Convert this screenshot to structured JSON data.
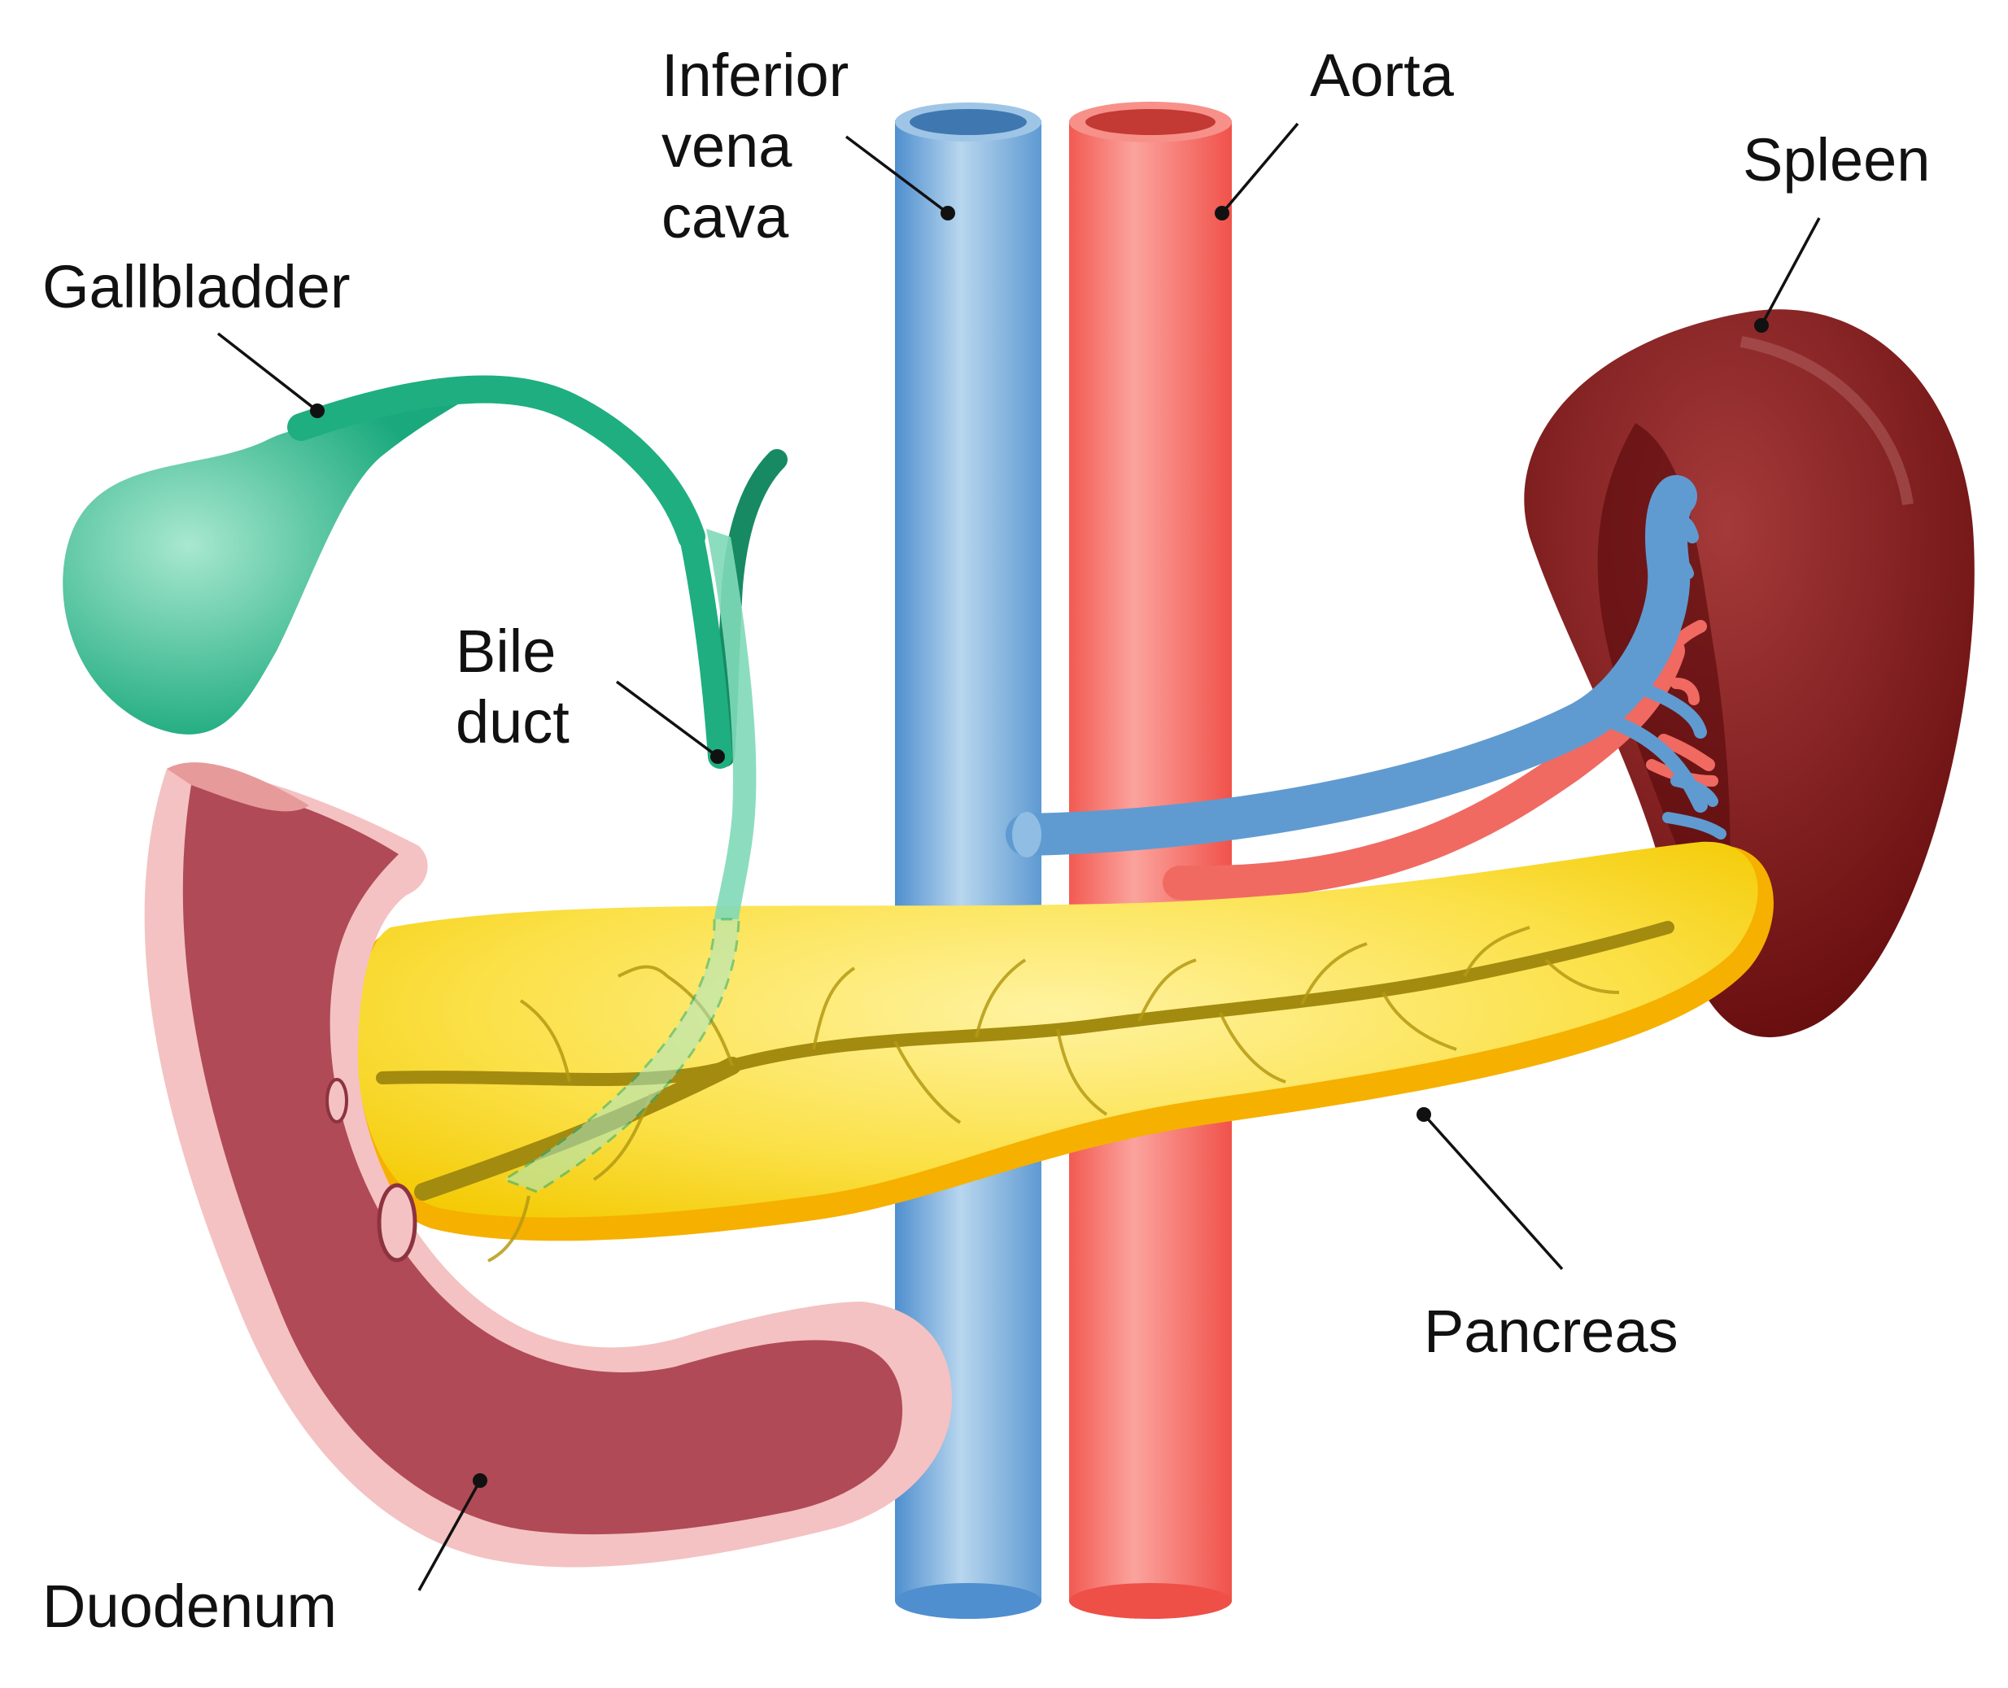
{
  "labels": {
    "ivc": [
      "Inferior",
      "vena",
      "cava"
    ],
    "aorta": "Aorta",
    "spleen": "Spleen",
    "gallbladder": "Gallbladder",
    "bile_duct": [
      "Bile",
      "duct"
    ],
    "pancreas": "Pancreas",
    "duodenum": "Duodenum"
  },
  "colors": {
    "ivc": "#7fb2dc",
    "aorta": "#f2675f",
    "spleen": "#7a1414",
    "gallbladder": "#1fae80",
    "pancreas": "#fbdc1e",
    "pancreatic_duct": "#9a8a12",
    "duodenum": "#b04a57",
    "duodenum_wall": "#f0b3b3"
  }
}
